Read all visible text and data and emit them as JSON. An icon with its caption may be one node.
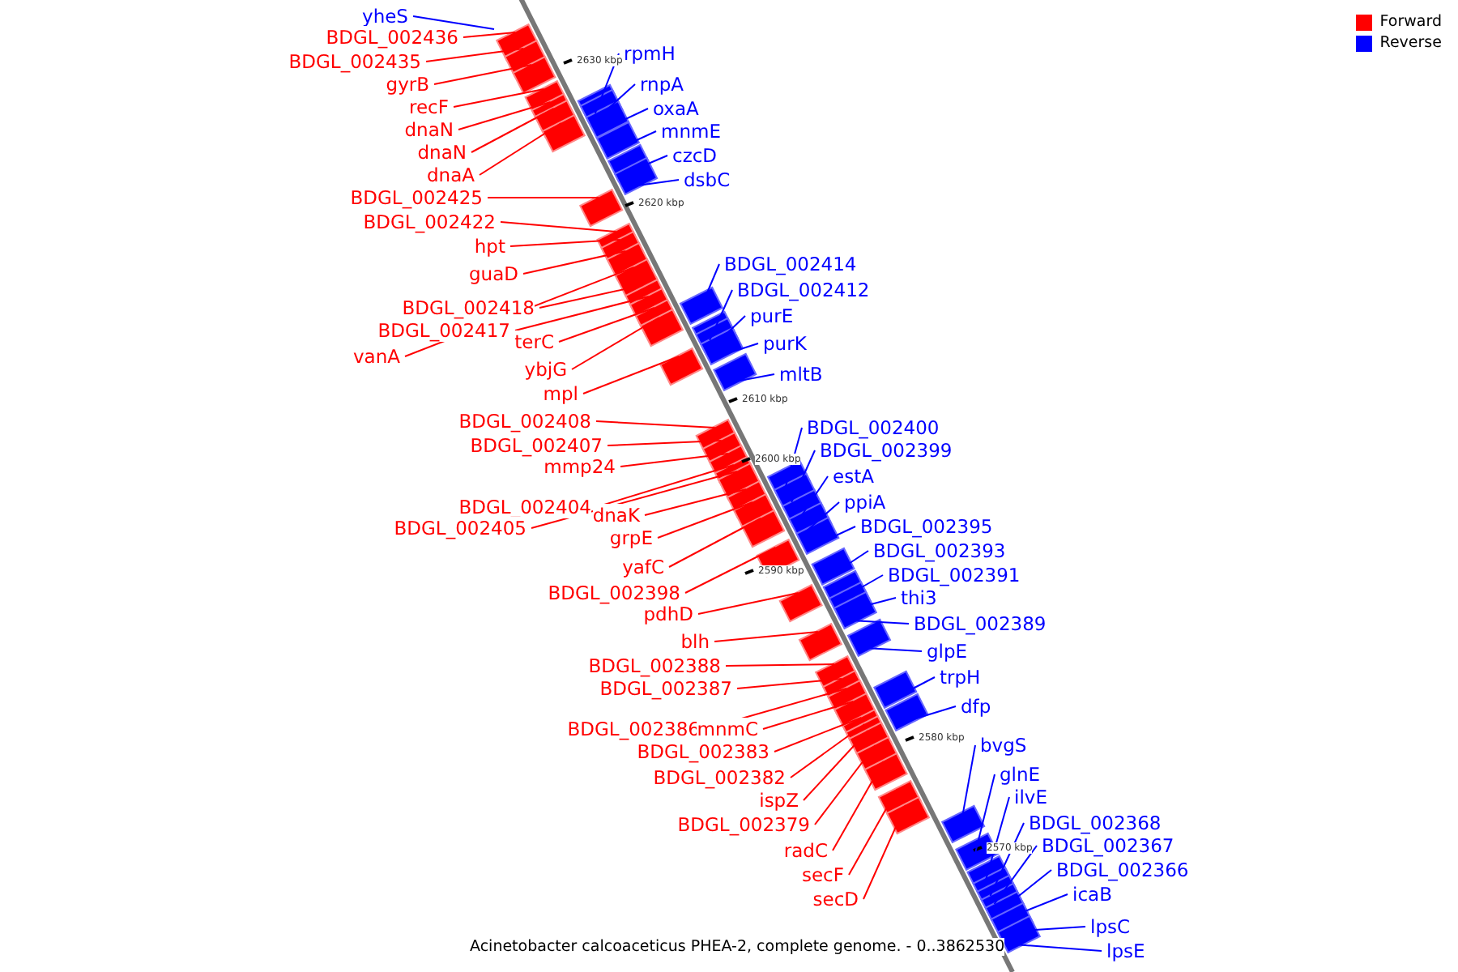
{
  "diagram": {
    "caption": "Acinetobacter calcoaceticus PHEA-2, complete genome. - 0..3862530",
    "nodes": [
      {
        "text": [
          "yheS"
        ]
      },
      {
        "text": [
          "BDGL_002436"
        ]
      },
      {
        "text": [
          "BDGL_002435"
        ]
      },
      {
        "text": [
          "gyrB"
        ]
      },
      {
        "text": [
          "recF"
        ]
      },
      {
        "text": [
          "dnaN"
        ]
      },
      {
        "text": [
          "dnaN"
        ]
      },
      {
        "text": [
          "dnaA"
        ]
      },
      {
        "text": [
          "BDGL_002425"
        ]
      },
      {
        "text": [
          "BDGL_002422"
        ]
      },
      {
        "text": [
          "hpt"
        ]
      },
      {
        "text": [
          "guaD"
        ]
      },
      {
        "text": [
          "BDGL_002418"
        ]
      },
      {
        "text": [
          "BDGL_002417"
        ]
      },
      {
        "text": [
          "vanA"
        ]
      },
      {
        "text": [
          "terC"
        ]
      },
      {
        "text": [
          "ybjG"
        ]
      },
      {
        "text": [
          "mpl"
        ]
      },
      {
        "text": [
          "BDGL_002408"
        ]
      },
      {
        "text": [
          "BDGL_002407"
        ]
      },
      {
        "text": [
          "mmp24"
        ]
      },
      {
        "text": [
          "BDGL_002404"
        ]
      },
      {
        "text": [
          "BDGL_002405"
        ]
      },
      {
        "text": [
          "dnaK"
        ]
      },
      {
        "text": [
          "grpE"
        ]
      },
      {
        "text": [
          "yafC"
        ]
      },
      {
        "text": [
          "BDGL_002398"
        ]
      },
      {
        "text": [
          "pdhD"
        ]
      },
      {
        "text": [
          "blh"
        ]
      },
      {
        "text": [
          "BDGL_002388"
        ]
      },
      {
        "text": [
          "BDGL_002387"
        ]
      },
      {
        "text": [
          "BDGL_002386"
        ]
      },
      {
        "text": [
          "mnmC"
        ]
      },
      {
        "text": [
          "BDGL_002383"
        ]
      },
      {
        "text": [
          "BDGL_002382"
        ]
      },
      {
        "text": [
          "ispZ"
        ]
      },
      {
        "text": [
          "BDGL_002379"
        ]
      },
      {
        "text": [
          "radC"
        ]
      },
      {
        "text": [
          "secF"
        ]
      },
      {
        "text": [
          "secD"
        ]
      },
      {
        "text": [
          "rpmH"
        ]
      },
      {
        "text": [
          "rnpA"
        ]
      },
      {
        "text": [
          "oxaA"
        ]
      },
      {
        "text": [
          "mnmE"
        ]
      },
      {
        "text": [
          "czcD"
        ]
      },
      {
        "text": [
          "dsbC"
        ]
      },
      {
        "text": [
          "BDGL_002414"
        ]
      },
      {
        "text": [
          "BDGL_002412"
        ]
      },
      {
        "text": [
          "purE"
        ]
      },
      {
        "text": [
          "purK"
        ]
      },
      {
        "text": [
          "mltB"
        ]
      },
      {
        "text": [
          "BDGL_002400"
        ]
      },
      {
        "text": [
          "BDGL_002399"
        ]
      },
      {
        "text": [
          "estA"
        ]
      },
      {
        "text": [
          "ppiA"
        ]
      },
      {
        "text": [
          "BDGL_002395"
        ]
      },
      {
        "text": [
          "BDGL_002393"
        ]
      },
      {
        "text": [
          "BDGL_002391"
        ]
      },
      {
        "text": [
          "thi3"
        ]
      },
      {
        "text": [
          "BDGL_002389"
        ]
      },
      {
        "text": [
          "glpE"
        ]
      },
      {
        "text": [
          "trpH"
        ]
      },
      {
        "text": [
          "dfp"
        ]
      },
      {
        "text": [
          "bvgS"
        ]
      },
      {
        "text": [
          "glnE"
        ]
      },
      {
        "text": [
          "ilvE"
        ]
      },
      {
        "text": [
          "BDGL_002368"
        ]
      },
      {
        "text": [
          "BDGL_002367"
        ]
      },
      {
        "text": [
          "BDGL_002366"
        ]
      },
      {
        "text": [
          "icaB"
        ]
      },
      {
        "text": [
          "lpsC"
        ]
      },
      {
        "text": [
          "lpsE"
        ]
      }
    ],
    "edges": [
      {
        "from": 0,
        "to": null,
        "arrow": "none",
        "color": "#0000ff"
      },
      {
        "from": 1,
        "to": null,
        "arrow": "none"
      },
      {
        "from": 2,
        "to": null,
        "arrow": "none"
      },
      {
        "from": 3,
        "to": null,
        "arrow": "none"
      },
      {
        "from": 4,
        "to": null,
        "arrow": "none"
      },
      {
        "from": 5,
        "to": null,
        "arrow": "none"
      },
      {
        "from": 6,
        "to": null,
        "arrow": "none"
      },
      {
        "from": 7,
        "to": null,
        "arrow": "none"
      },
      {
        "from": 8,
        "to": null,
        "arrow": "none"
      },
      {
        "from": 9,
        "to": null,
        "arrow": "none"
      },
      {
        "from": 10,
        "to": null,
        "arrow": "none"
      },
      {
        "from": 11,
        "to": null,
        "arrow": "none"
      },
      {
        "from": 12,
        "to": null,
        "arrow": "none"
      },
      {
        "from": 13,
        "to": null,
        "arrow": "none"
      },
      {
        "from": 14,
        "to": null,
        "arrow": "none"
      },
      {
        "from": 15,
        "to": null,
        "arrow": "none"
      },
      {
        "from": 16,
        "to": null,
        "arrow": "none"
      },
      {
        "from": 17,
        "to": null,
        "arrow": "none"
      },
      {
        "from": 18,
        "to": null,
        "arrow": "none"
      },
      {
        "from": 19,
        "to": null,
        "arrow": "none"
      },
      {
        "from": 20,
        "to": null,
        "arrow": "none"
      },
      {
        "from": 21,
        "to": null,
        "arrow": "none"
      },
      {
        "from": 22,
        "to": null,
        "arrow": "none"
      },
      {
        "from": 23,
        "to": null,
        "arrow": "none"
      },
      {
        "from": 24,
        "to": null,
        "arrow": "none"
      },
      {
        "from": 25,
        "to": null,
        "arrow": "none"
      },
      {
        "from": 26,
        "to": null,
        "arrow": "none"
      },
      {
        "from": 27,
        "to": null,
        "arrow": "none"
      },
      {
        "from": 28,
        "to": null,
        "arrow": "none"
      },
      {
        "from": 29,
        "to": null,
        "arrow": "none"
      },
      {
        "from": 30,
        "to": null,
        "arrow": "none"
      },
      {
        "from": 31,
        "to": null,
        "arrow": "none"
      },
      {
        "from": 32,
        "to": null,
        "arrow": "none"
      },
      {
        "from": 33,
        "to": null,
        "arrow": "none"
      },
      {
        "from": 34,
        "to": null,
        "arrow": "none"
      },
      {
        "from": 35,
        "to": null,
        "arrow": "none"
      },
      {
        "from": 36,
        "to": null,
        "arrow": "none"
      },
      {
        "from": 37,
        "to": null,
        "arrow": "none"
      },
      {
        "from": 38,
        "to": null,
        "arrow": "none"
      },
      {
        "from": 39,
        "to": null,
        "arrow": "none"
      },
      {
        "from": 40,
        "to": null,
        "arrow": "none",
        "color": "#0000ff"
      },
      {
        "from": 41,
        "to": null,
        "arrow": "none",
        "color": "#0000ff"
      },
      {
        "from": 42,
        "to": null,
        "arrow": "none",
        "color": "#0000ff"
      },
      {
        "from": 43,
        "to": null,
        "arrow": "none",
        "color": "#0000ff"
      },
      {
        "from": 44,
        "to": null,
        "arrow": "none",
        "color": "#0000ff"
      },
      {
        "from": 45,
        "to": null,
        "arrow": "none",
        "color": "#0000ff"
      },
      {
        "from": 46,
        "to": null,
        "arrow": "none",
        "color": "#0000ff"
      },
      {
        "from": 47,
        "to": null,
        "arrow": "none",
        "color": "#0000ff"
      },
      {
        "from": 48,
        "to": null,
        "arrow": "none",
        "color": "#0000ff"
      },
      {
        "from": 49,
        "to": null,
        "arrow": "none",
        "color": "#0000ff"
      },
      {
        "from": 50,
        "to": null,
        "arrow": "none",
        "color": "#0000ff"
      },
      {
        "from": 51,
        "to": null,
        "arrow": "none",
        "color": "#0000ff"
      },
      {
        "from": 52,
        "to": null,
        "arrow": "none",
        "color": "#0000ff"
      },
      {
        "from": 53,
        "to": null,
        "arrow": "none",
        "color": "#0000ff"
      },
      {
        "from": 54,
        "to": null,
        "arrow": "none",
        "color": "#0000ff"
      },
      {
        "from": 55,
        "to": null,
        "arrow": "none",
        "color": "#0000ff"
      },
      {
        "from": 56,
        "to": null,
        "arrow": "none",
        "color": "#0000ff"
      },
      {
        "from": 57,
        "to": null,
        "arrow": "none",
        "color": "#0000ff"
      },
      {
        "from": 58,
        "to": null,
        "arrow": "none",
        "color": "#0000ff"
      },
      {
        "from": 59,
        "to": null,
        "arrow": "none",
        "color": "#0000ff"
      },
      {
        "from": 60,
        "to": null,
        "arrow": "none",
        "color": "#0000ff"
      },
      {
        "from": 61,
        "to": null,
        "arrow": "none",
        "color": "#0000ff"
      },
      {
        "from": 62,
        "to": null,
        "arrow": "none",
        "color": "#0000ff"
      },
      {
        "from": 63,
        "to": null,
        "arrow": "none",
        "color": "#0000ff"
      },
      {
        "from": 64,
        "to": null,
        "arrow": "none",
        "color": "#0000ff"
      },
      {
        "from": 65,
        "to": null,
        "arrow": "none",
        "color": "#0000ff"
      },
      {
        "from": 66,
        "to": null,
        "arrow": "none",
        "color": "#0000ff"
      },
      {
        "from": 67,
        "to": null,
        "arrow": "none",
        "color": "#0000ff"
      },
      {
        "from": 68,
        "to": null,
        "arrow": "none",
        "color": "#0000ff"
      },
      {
        "from": 69,
        "to": null,
        "arrow": "none",
        "color": "#0000ff"
      },
      {
        "from": 70,
        "to": null,
        "arrow": "none",
        "color": "#0000ff"
      },
      {
        "from": 71,
        "to": null,
        "arrow": "none",
        "color": "#0000ff"
      }
    ],
    "labels": [
      "2630 kbp",
      "2620 kbp",
      "2610 kbp",
      "2600 kbp",
      "2590 kbp",
      "2580 kbp",
      "2570 kbp"
    ],
    "legend": [
      {
        "text": "Forward",
        "color": "#ff0000"
      },
      {
        "text": "Reverse",
        "color": "#0000ff"
      }
    ]
  }
}
